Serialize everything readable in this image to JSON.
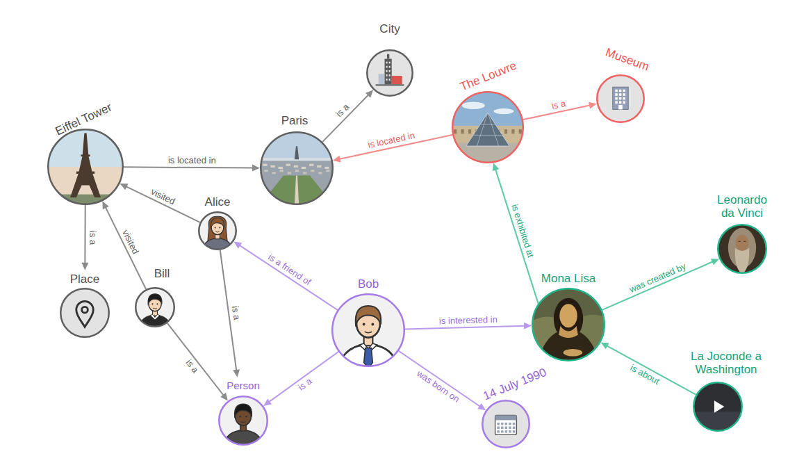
{
  "diagram": {
    "nodes": [
      {
        "text": [
          "City"
        ]
      },
      {
        "text": [
          "The Louvre"
        ]
      },
      {
        "text": [
          "Museum"
        ]
      },
      {
        "text": [
          "Eiffel Tower"
        ]
      },
      {
        "text": [
          "Paris"
        ]
      },
      {
        "text": [
          "Alice"
        ]
      },
      {
        "text": [
          "Leonardo da Vinci"
        ]
      },
      {
        "text": [
          "Place"
        ]
      },
      {
        "text": [
          "Bill"
        ]
      },
      {
        "text": [
          "Bob"
        ]
      },
      {
        "text": [
          "Mona Lisa"
        ]
      },
      {
        "text": [
          "La Joconde a Washington"
        ]
      },
      {
        "text": [
          "Person"
        ]
      },
      {
        "text": [
          "14 July 1990"
        ]
      }
    ],
    "edges": [
      {
        "from": 3,
        "to": 4,
        "arrow": "to",
        "label": "is located in"
      },
      {
        "from": 4,
        "to": 0,
        "arrow": "to",
        "label": "is a"
      },
      {
        "from": 1,
        "to": 4,
        "arrow": "to",
        "label": "is located in"
      },
      {
        "from": 1,
        "to": 2,
        "arrow": "to",
        "label": "is a"
      },
      {
        "from": 3,
        "to": 7,
        "arrow": "to",
        "label": "is a"
      },
      {
        "from": 5,
        "to": 3,
        "arrow": "to",
        "label": "visited"
      },
      {
        "from": 8,
        "to": 3,
        "arrow": "to",
        "label": "visited"
      },
      {
        "from": 5,
        "to": 12,
        "arrow": "to",
        "label": "is a"
      },
      {
        "from": 8,
        "to": 12,
        "arrow": "to",
        "label": "is a"
      },
      {
        "from": 9,
        "to": 5,
        "arrow": "to",
        "label": "is a friend of"
      },
      {
        "from": 9,
        "to": 12,
        "arrow": "to",
        "label": "is a"
      },
      {
        "from": 9,
        "to": 10,
        "arrow": "to",
        "label": "is interested in"
      },
      {
        "from": 9,
        "to": 13,
        "arrow": "to",
        "label": "was born on"
      },
      {
        "from": 10,
        "to": 1,
        "arrow": "to",
        "label": "is exhibited at"
      },
      {
        "from": 10,
        "to": 6,
        "arrow": "to",
        "label": "was created by"
      },
      {
        "from": 11,
        "to": 10,
        "arrow": "to",
        "label": "is about"
      }
    ]
  }
}
